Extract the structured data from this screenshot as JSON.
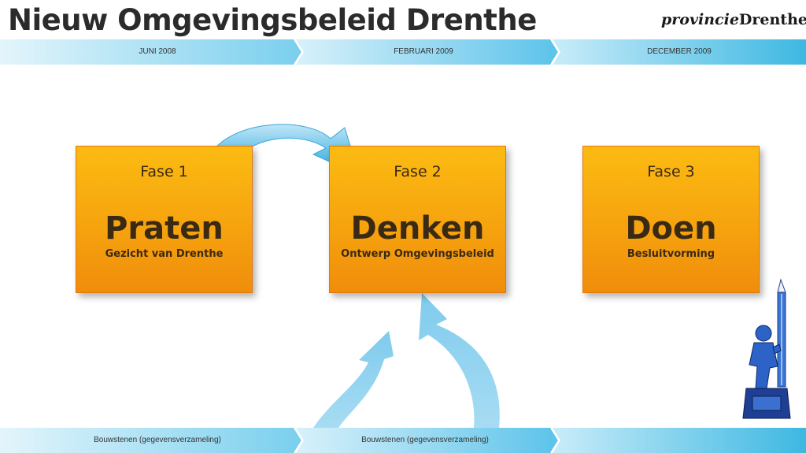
{
  "header": {
    "title": "Nieuw Omgevingsbeleid Drenthe",
    "logo_part1": "provincie",
    "logo_part2": "Drenthe"
  },
  "timeline": {
    "dates": [
      "JUNI 2008",
      "FEBRUARI 2009",
      "DECEMBER 2009"
    ]
  },
  "phases": [
    {
      "fase": "Fase 1",
      "title": "Praten",
      "subtitle": "Gezicht van Drenthe"
    },
    {
      "fase": "Fase 2",
      "title": "Denken",
      "subtitle": "Ontwerp Omgevingsbeleid"
    },
    {
      "fase": "Fase 3",
      "title": "Doen",
      "subtitle": "Besluitvorming"
    }
  ],
  "bottom_band": {
    "labels": [
      "Bouwstenen (gegevensverzameling)",
      "Bouwstenen (gegevensverzameling)"
    ]
  },
  "colors": {
    "band_light": "#e3f5fb",
    "band_dark": "#3db8e2",
    "box_top": "#fbbb12",
    "box_bottom": "#f08d0c",
    "arrow": "#6fc4ea",
    "statue": "#2d62c6"
  },
  "icons": [
    "curved-arrow-icon",
    "upward-arrows-icon",
    "statue-logo-icon"
  ]
}
